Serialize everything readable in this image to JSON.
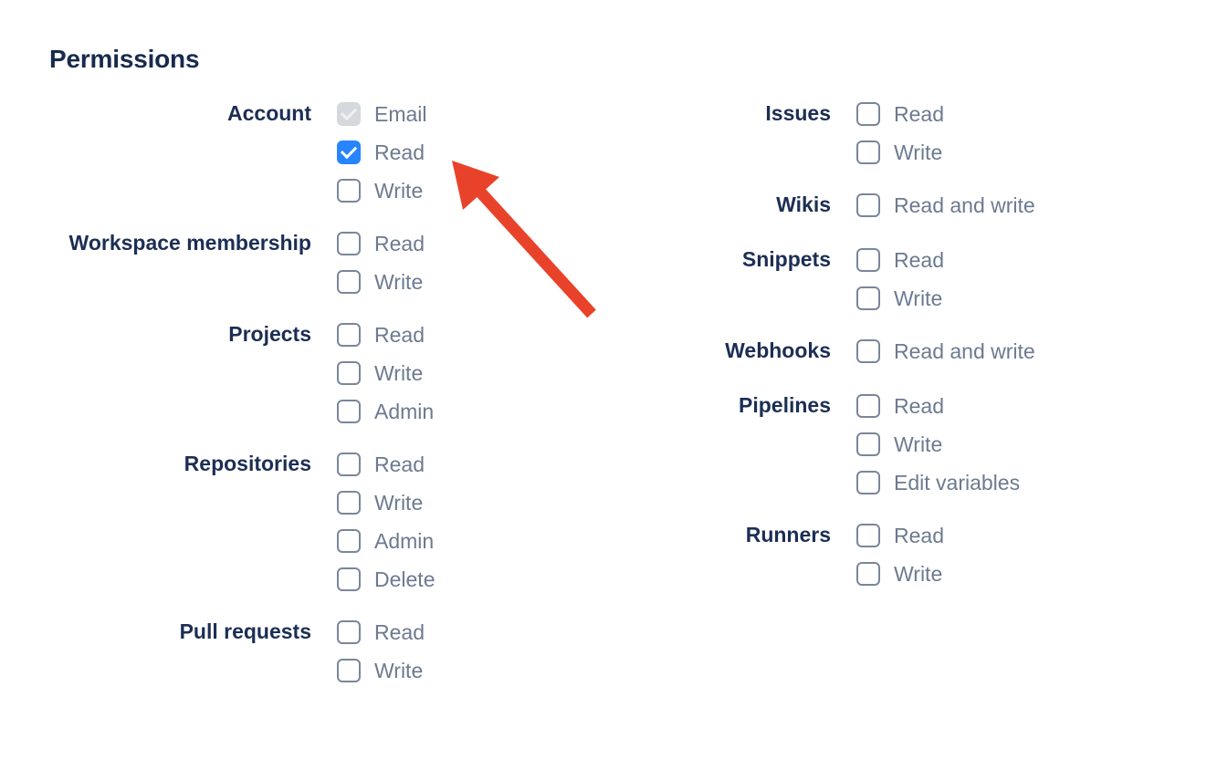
{
  "page": {
    "title": "Permissions"
  },
  "colors": {
    "heading_text": "#172b4d",
    "group_label_text": "#1c2e54",
    "option_label_text": "#6c7a90",
    "checkbox_checked_fill": "#2684ff",
    "checkbox_disabled_fill": "#d5d8dd",
    "checkbox_border": "#7a869a",
    "arrow": "#e8432a"
  },
  "columns": [
    {
      "groups": [
        {
          "label": "Account",
          "options": [
            {
              "label": "Email",
              "state": "checked_disabled"
            },
            {
              "label": "Read",
              "state": "checked"
            },
            {
              "label": "Write",
              "state": "unchecked"
            }
          ]
        },
        {
          "label": "Workspace membership",
          "options": [
            {
              "label": "Read",
              "state": "unchecked"
            },
            {
              "label": "Write",
              "state": "unchecked"
            }
          ]
        },
        {
          "label": "Projects",
          "options": [
            {
              "label": "Read",
              "state": "unchecked"
            },
            {
              "label": "Write",
              "state": "unchecked"
            },
            {
              "label": "Admin",
              "state": "unchecked"
            }
          ]
        },
        {
          "label": "Repositories",
          "options": [
            {
              "label": "Read",
              "state": "unchecked"
            },
            {
              "label": "Write",
              "state": "unchecked"
            },
            {
              "label": "Admin",
              "state": "unchecked"
            },
            {
              "label": "Delete",
              "state": "unchecked"
            }
          ]
        },
        {
          "label": "Pull requests",
          "options": [
            {
              "label": "Read",
              "state": "unchecked"
            },
            {
              "label": "Write",
              "state": "unchecked"
            }
          ]
        }
      ]
    },
    {
      "groups": [
        {
          "label": "Issues",
          "options": [
            {
              "label": "Read",
              "state": "unchecked"
            },
            {
              "label": "Write",
              "state": "unchecked"
            }
          ]
        },
        {
          "label": "Wikis",
          "options": [
            {
              "label": "Read and write",
              "state": "unchecked"
            }
          ]
        },
        {
          "label": "Snippets",
          "options": [
            {
              "label": "Read",
              "state": "unchecked"
            },
            {
              "label": "Write",
              "state": "unchecked"
            }
          ]
        },
        {
          "label": "Webhooks",
          "options": [
            {
              "label": "Read and write",
              "state": "unchecked"
            }
          ]
        },
        {
          "label": "Pipelines",
          "options": [
            {
              "label": "Read",
              "state": "unchecked"
            },
            {
              "label": "Write",
              "state": "unchecked"
            },
            {
              "label": "Edit variables",
              "state": "unchecked"
            }
          ]
        },
        {
          "label": "Runners",
          "options": [
            {
              "label": "Read",
              "state": "unchecked"
            },
            {
              "label": "Write",
              "state": "unchecked"
            }
          ]
        }
      ]
    }
  ],
  "annotation_arrow": {
    "color": "#e8432a",
    "points_at": "Account Read checkbox"
  }
}
